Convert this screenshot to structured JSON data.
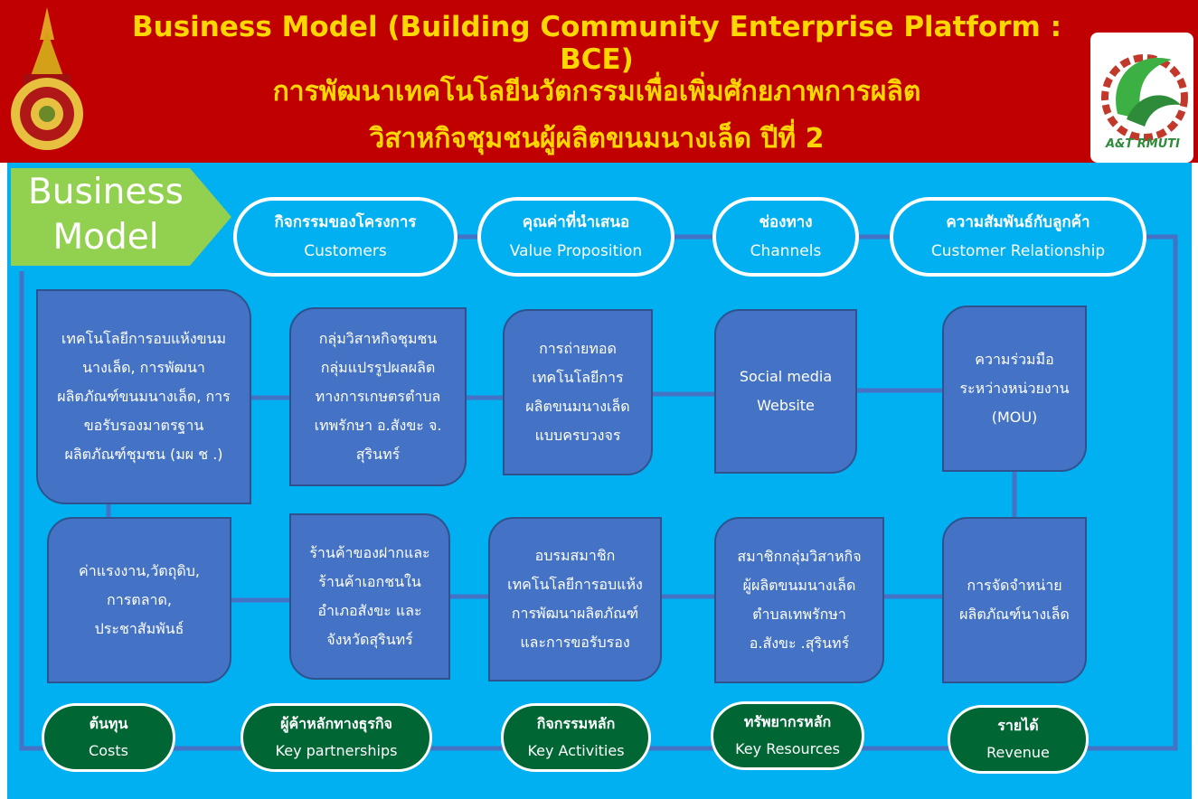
{
  "header": {
    "title_en": "Business Model (Building Community Enterprise Platform : BCE)",
    "title_th_1": "การพัฒนาเทคโนโลยีนวัตกรรมเพื่อเพิ่มศักยภาพการผลิต",
    "title_th_2": "วิสาหกิจชุมชนผู้ผลิตขนมนางเล็ด ปีที่ 2",
    "right_logo_text": "A&T RMUTI"
  },
  "tag": {
    "line1": "Business",
    "line2": "Model"
  },
  "top_pills": [
    {
      "th": "กิจกรรมของโครงการ",
      "en": "Customers"
    },
    {
      "th": "คุณค่าที่นำเสนอ",
      "en": "Value Proposition"
    },
    {
      "th": "ช่องทาง",
      "en": "Channels"
    },
    {
      "th": "ความสัมพันธ์กับลูกค้า",
      "en": "Customer Relationship"
    }
  ],
  "row1": [
    "เทคโนโลยีการอบแห้งขนม\nนางเล็ด, การพัฒนา\nผลิตภัณฑ์ขนมนางเล็ด, การ\nขอรับรองมาตรฐาน\nผลิตภัณฑ์ชุมชน (มผ ช .)",
    "กลุ่มวิสาหกิจชุมชน\nกลุ่มแปรรูปผลผลิต\nทางการเกษตรตำบล\nเทพรักษา อ.สังขะ จ.\nสุรินทร์",
    "การถ่ายทอด\nเทคโนโลยีการ\nผลิตขนมนางเล็ด\nแบบครบวงจร",
    "Social media\nWebsite",
    "ความร่วมมือ\nระหว่างหน่วยงาน\n(MOU)"
  ],
  "row2": [
    "ค่าแรงงาน,วัตถุดิบ,\nการตลาด,\nประชาสัมพันธ์",
    "ร้านค้าของฝากและ\nร้านค้าเอกชนใน\nอำเภอสังขะ และ\nจังหวัดสุรินทร์",
    "อบรมสมาชิก\nเทคโนโลยีการอบแห้ง\nการพัฒนาผลิตภัณฑ์\nและการขอรับรอง",
    "สมาชิกกลุ่มวิสาหกิจ\nผู้ผลิตขนมนางเล็ด\nตำบลเทพรักษา\nอ.สังขะ    .สุรินทร์",
    "การจัดจำหน่าย\nผลิตภัณฑ์นางเล็ด"
  ],
  "bottom_pills": [
    {
      "th": "ต้นทุน",
      "en": "Costs"
    },
    {
      "th": "ผู้ค้าหลักทางธุรกิจ",
      "en": "Key partnerships"
    },
    {
      "th": "กิจกรรมหลัก",
      "en": "Key Activities"
    },
    {
      "th": "ทรัพยากรหลัก",
      "en": "Key Resources"
    },
    {
      "th": "รายได้",
      "en": "Revenue"
    }
  ],
  "colors": {
    "header_bg": "#c00000",
    "header_text": "#ffd700",
    "board_bg": "#00b0f0",
    "box_fill": "#4472c4",
    "arrow_green": "#92d050",
    "bottom_pill": "#006633"
  }
}
